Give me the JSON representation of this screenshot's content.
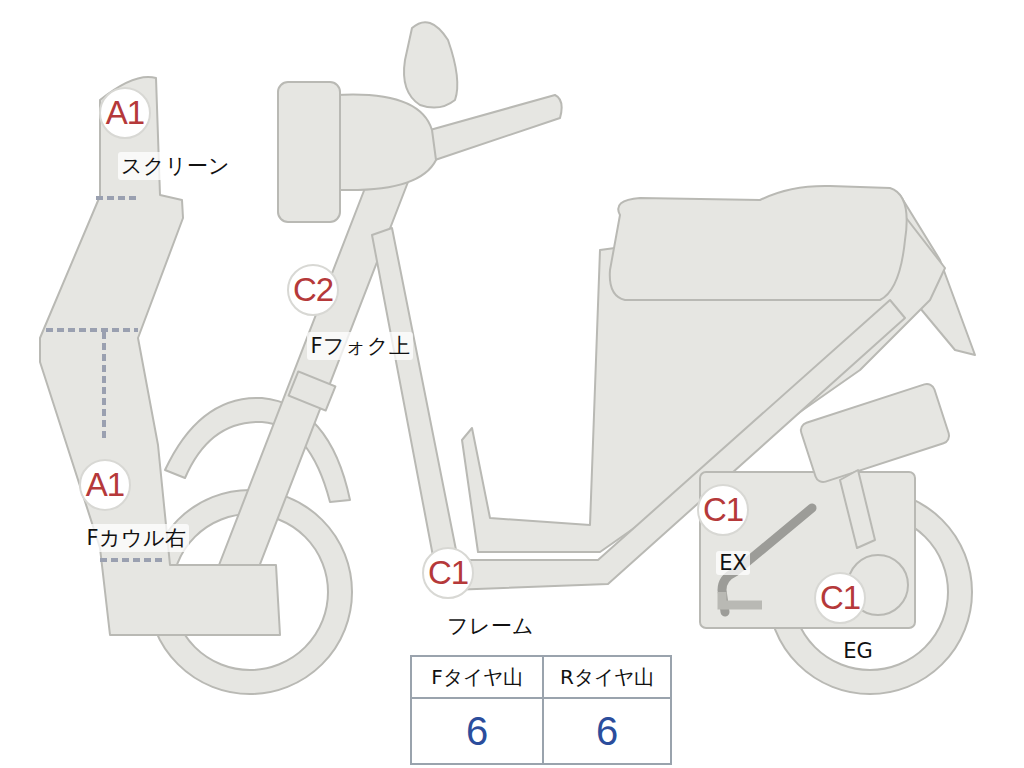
{
  "diagram": {
    "nodes": [
      {
        "text": [
          "A1",
          "スクリーン"
        ]
      },
      {
        "text": [
          "C2",
          "Fフォク上"
        ]
      },
      {
        "text": [
          "A1",
          "Fカウル右"
        ]
      },
      {
        "text": [
          "C1",
          "EX"
        ]
      },
      {
        "text": [
          "C1",
          "フレーム"
        ]
      },
      {
        "text": [
          "C1",
          "EG"
        ]
      }
    ],
    "labels": [
      "Fタイヤ山",
      "Rタイヤ山",
      "6",
      "6"
    ]
  }
}
